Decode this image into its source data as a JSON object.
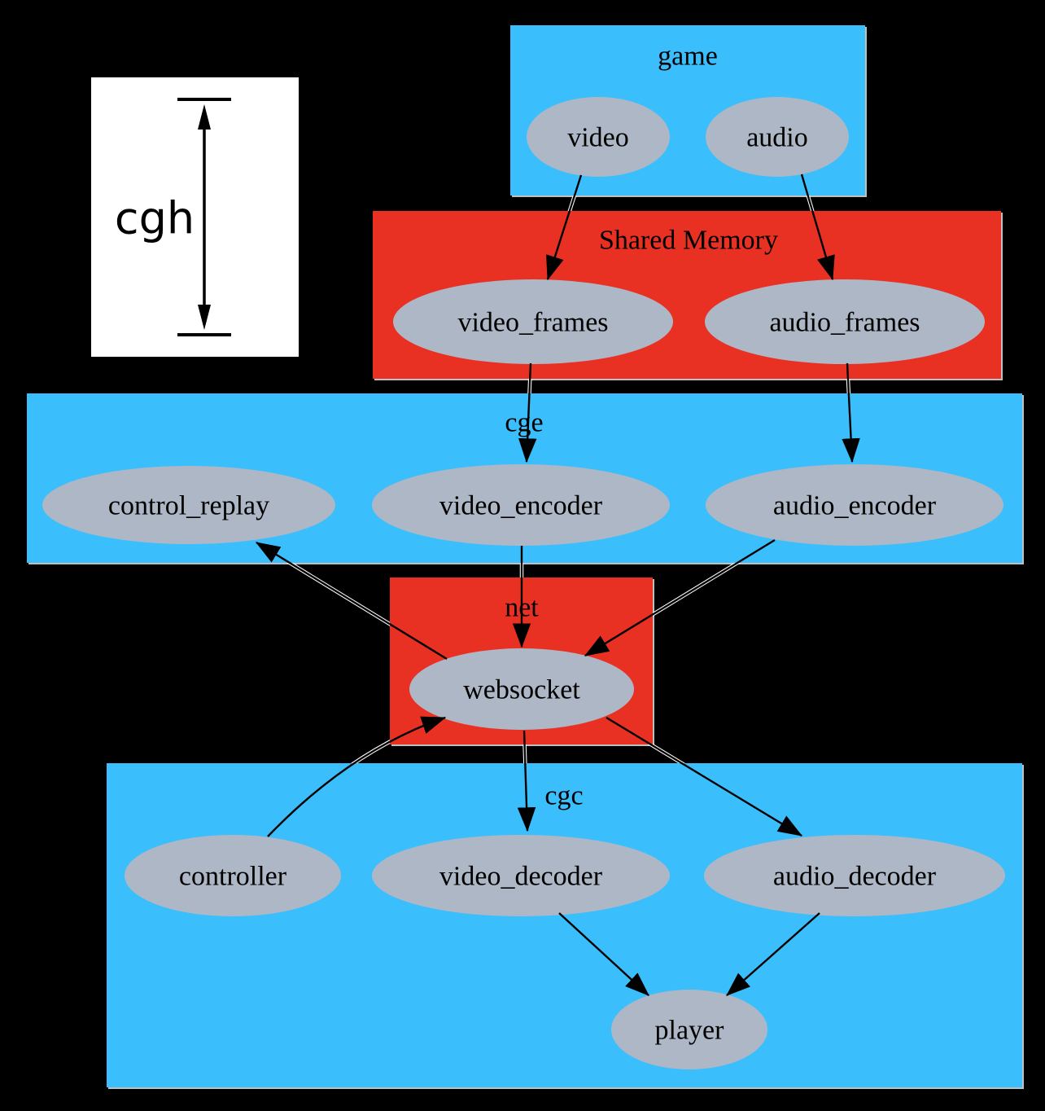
{
  "colors": {
    "background": "#000000",
    "cluster_blue": "#3BBEFC",
    "cluster_red": "#E93123",
    "node_fill": "#AEB7C6",
    "label_text": "#000000",
    "legend_bg": "#FFFFFF"
  },
  "legend": {
    "label": "cgh"
  },
  "clusters": {
    "game": {
      "label": "game"
    },
    "shared_memory": {
      "label": "Shared Memory"
    },
    "cge": {
      "label": "cge"
    },
    "net": {
      "label": "net"
    },
    "cgc": {
      "label": "cgc"
    }
  },
  "nodes": {
    "video": {
      "label": "video"
    },
    "audio": {
      "label": "audio"
    },
    "video_frames": {
      "label": "video_frames"
    },
    "audio_frames": {
      "label": "audio_frames"
    },
    "control_replay": {
      "label": "control_replay"
    },
    "video_encoder": {
      "label": "video_encoder"
    },
    "audio_encoder": {
      "label": "audio_encoder"
    },
    "websocket": {
      "label": "websocket"
    },
    "controller": {
      "label": "controller"
    },
    "video_decoder": {
      "label": "video_decoder"
    },
    "audio_decoder": {
      "label": "audio_decoder"
    },
    "player": {
      "label": "player"
    }
  },
  "edges": [
    {
      "from": "video",
      "to": "video_frames"
    },
    {
      "from": "audio",
      "to": "audio_frames"
    },
    {
      "from": "video_frames",
      "to": "video_encoder"
    },
    {
      "from": "audio_frames",
      "to": "audio_encoder"
    },
    {
      "from": "video_encoder",
      "to": "websocket"
    },
    {
      "from": "audio_encoder",
      "to": "websocket"
    },
    {
      "from": "websocket",
      "to": "control_replay"
    },
    {
      "from": "controller",
      "to": "websocket"
    },
    {
      "from": "websocket",
      "to": "video_decoder"
    },
    {
      "from": "websocket",
      "to": "audio_decoder"
    },
    {
      "from": "video_decoder",
      "to": "player"
    },
    {
      "from": "audio_decoder",
      "to": "player"
    }
  ]
}
